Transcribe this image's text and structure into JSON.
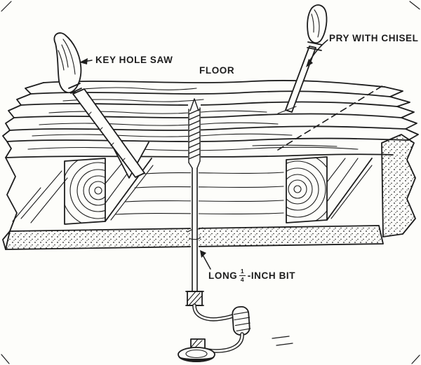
{
  "colors": {
    "paper": "#fdfdfa",
    "ink": "#1d1d1d"
  },
  "labels": {
    "keyhole_saw": "KEY HOLE SAW",
    "floor": "FLOOR",
    "pry_with_chisel": "PRY WITH CHISEL",
    "bit_prefix": "LONG",
    "bit_fraction_numerator": "1",
    "bit_fraction_denominator": "4",
    "bit_suffix": "-INCH BIT"
  }
}
